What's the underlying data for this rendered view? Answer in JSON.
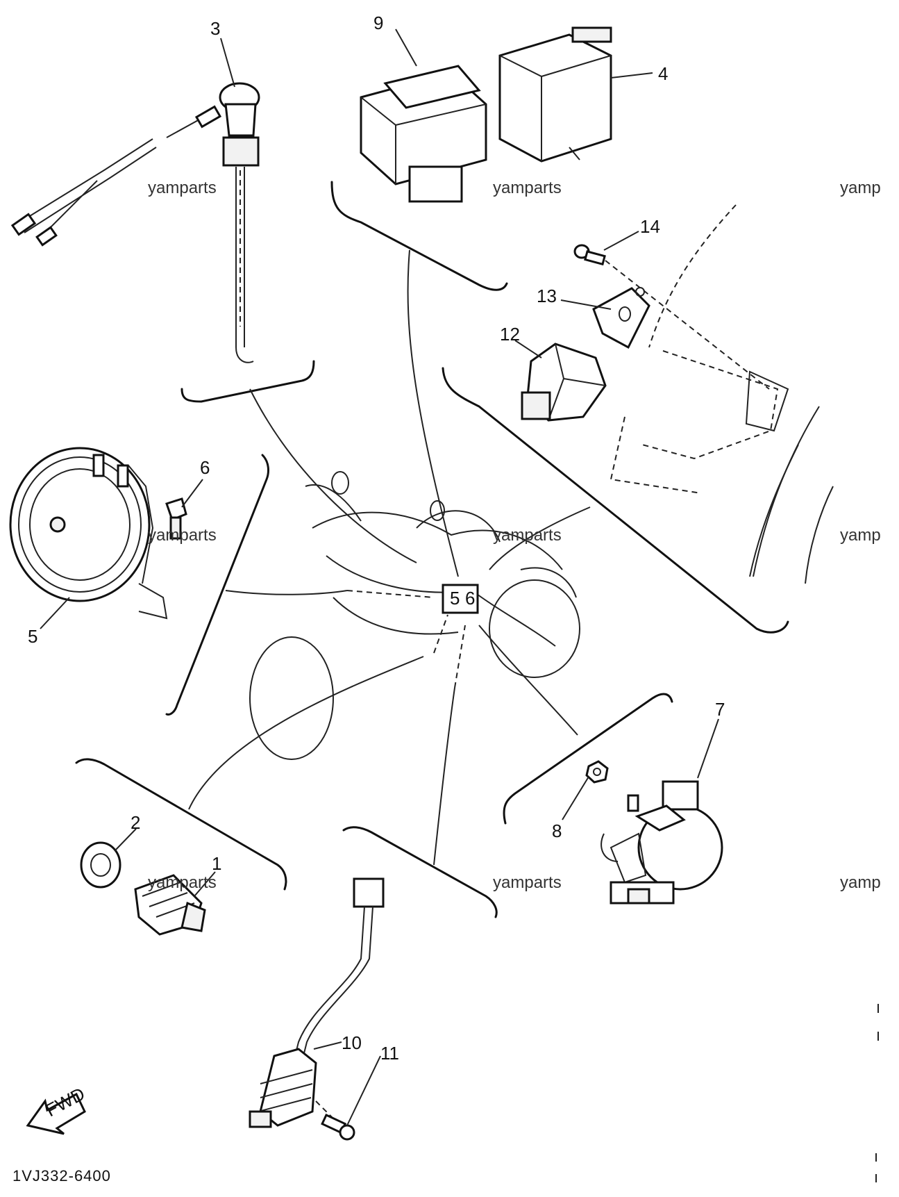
{
  "diagram": {
    "callouts": [
      {
        "id": "1",
        "label": "1"
      },
      {
        "id": "2",
        "label": "2"
      },
      {
        "id": "3",
        "label": "3"
      },
      {
        "id": "4",
        "label": "4"
      },
      {
        "id": "5",
        "label": "5"
      },
      {
        "id": "6",
        "label": "6"
      },
      {
        "id": "7",
        "label": "7"
      },
      {
        "id": "8",
        "label": "8"
      },
      {
        "id": "9",
        "label": "9"
      },
      {
        "id": "10",
        "label": "10"
      },
      {
        "id": "11",
        "label": "11"
      },
      {
        "id": "12",
        "label": "12"
      },
      {
        "id": "13",
        "label": "13"
      },
      {
        "id": "14",
        "label": "14"
      }
    ],
    "connector_labels": {
      "left": "5",
      "right": "6"
    },
    "watermark": "yamparts",
    "watermark_cut": "yamp",
    "diagram_code": "1VJ332-6400",
    "fwd_label": "FWD"
  }
}
